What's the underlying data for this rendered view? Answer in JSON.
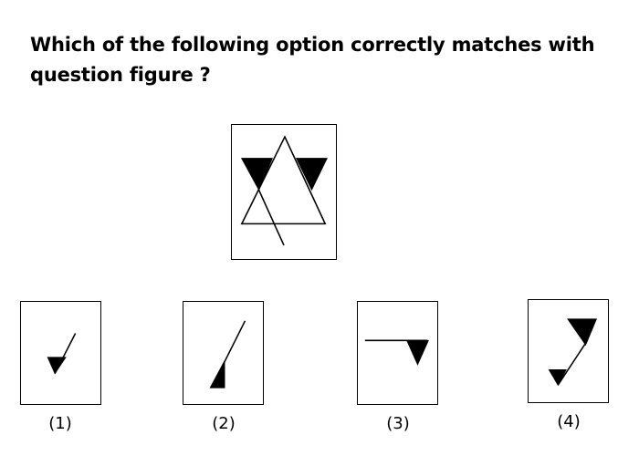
{
  "question": {
    "line1": "Which of the following option correctly matches with",
    "line2": "question figure ?"
  },
  "options": [
    {
      "label": "(1)"
    },
    {
      "label": "(2)"
    },
    {
      "label": "(3)"
    },
    {
      "label": "(4)"
    }
  ],
  "colors": {
    "ink": "#000000",
    "background": "#ffffff"
  }
}
